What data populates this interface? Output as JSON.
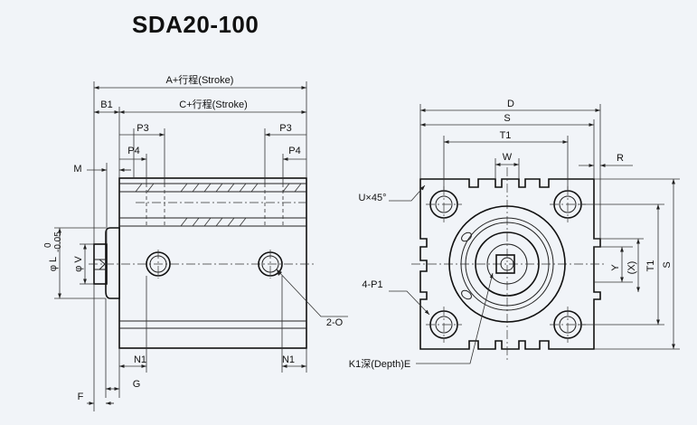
{
  "title": "SDA20-100",
  "side_view": {
    "A_stroke": "A+行程(Stroke)",
    "C_stroke": "C+行程(Stroke)",
    "B1": "B1",
    "P3_left": "P3",
    "P3_right": "P3",
    "P4_left": "P4",
    "P4_right": "P4",
    "M": "M",
    "phi_L": "φ L",
    "phi_L_tol_upper": "0",
    "phi_L_tol_lower": "-0.05",
    "phi_V": "φ V",
    "N1_left": "N1",
    "N1_right": "N1",
    "G": "G",
    "F": "F",
    "two_O": "2-O"
  },
  "end_view": {
    "D": "D",
    "S_top": "S",
    "T1_top": "T1",
    "W": "W",
    "R": "R",
    "U45": "U×45°",
    "four_P1": "4-P1",
    "K1": "K1深(Depth)E",
    "Y": "Y",
    "X": "(X)",
    "T1_right": "T1",
    "S_right": "S"
  },
  "colors": {
    "background": "#f1f4f8",
    "lines": "#222222"
  }
}
